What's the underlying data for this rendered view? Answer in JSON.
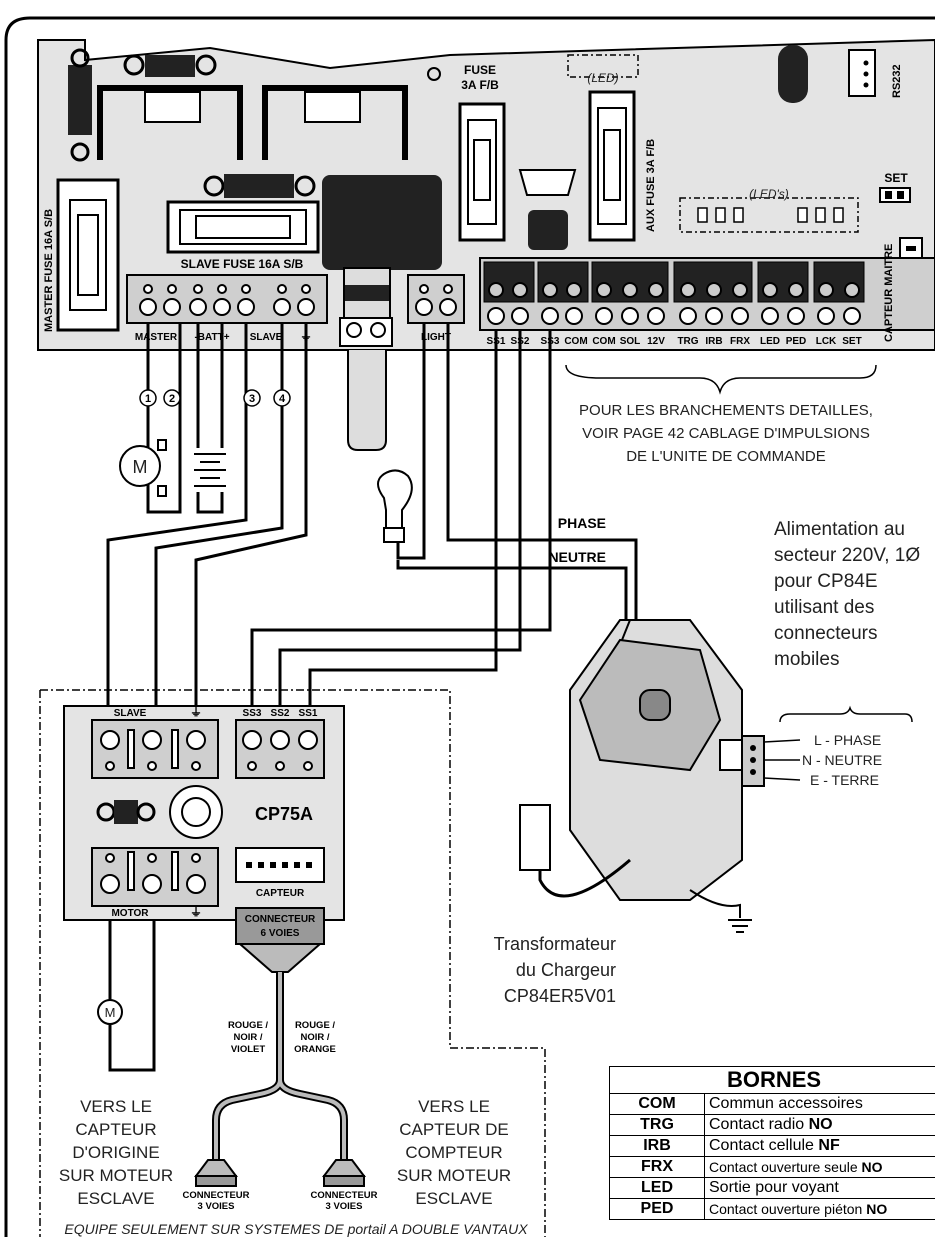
{
  "board": {
    "fuse_label_1": "FUSE",
    "fuse_label_2": "3A F/B",
    "led_label": "(LED)",
    "rs232_label": "RS232",
    "aux_fuse_label": "AUX FUSE 3A F/B",
    "set_label": "SET",
    "leds_label": "(LED's)",
    "capteur_maitre_label": "CAPTEUR MAITRE",
    "master_fuse_label": "MASTER FUSE 16A S/B",
    "slave_fuse_label": "SLAVE FUSE 16A S/B",
    "terminal_labels_left": [
      "MASTER",
      "-BATT+",
      "SLAVE",
      "⏚"
    ],
    "light_label": "LIGHT",
    "terminal_labels_right": [
      "SS1",
      "SS2",
      "SS3",
      "COM",
      "COM",
      "SOL",
      "12V",
      "TRG",
      "IRB",
      "FRX",
      "LED",
      "PED",
      "LCK",
      "SET"
    ],
    "wire_numbers": [
      "1",
      "2",
      "3",
      "4"
    ],
    "motor_symbol": "M"
  },
  "notes": {
    "detail_line_1": "POUR LES BRANCHEMENTS DETAILLES,",
    "detail_line_2": "VOIR PAGE 42  CABLAGE D'IMPULSIONS",
    "detail_line_3": "DE L'UNITE DE COMMANDE",
    "phase": "PHASE",
    "neutre": "NEUTRE",
    "mains_1": "Alimentation au",
    "mains_2": "secteur 220V, 1Ø",
    "mains_3": "pour CP84E",
    "mains_4": "utilisant des",
    "mains_5": "connecteurs",
    "mains_6": "mobiles",
    "l_phase": "L - PHASE",
    "n_neutre": "N - NEUTRE",
    "e_terre": "E - TERRE",
    "transfo_1": "Transformateur",
    "transfo_2": "du Chargeur",
    "transfo_3": "CP84ER5V01"
  },
  "cp75a": {
    "title": "CP75A",
    "slave": "SLAVE",
    "ground": "⏚",
    "ss3": "SS3",
    "ss2": "SS2",
    "ss1": "SS1",
    "motor": "MOTOR",
    "capteur": "CAPTEUR",
    "connecteur_1": "CONNECTEUR",
    "connecteur_2": "6 VOIES",
    "motor_symbol": "M",
    "wire_left_1": "ROUGE /",
    "wire_left_2": "NOIR /",
    "wire_left_3": "VIOLET",
    "wire_right_1": "ROUGE /",
    "wire_right_2": "NOIR /",
    "wire_right_3": "ORANGE",
    "conn3_1": "CONNECTEUR",
    "conn3_2": "3 VOIES",
    "left_1": "VERS LE",
    "left_2": "CAPTEUR",
    "left_3": "D'ORIGINE",
    "left_4": "SUR MOTEUR",
    "left_5": "ESCLAVE",
    "right_1": "VERS LE",
    "right_2": "CAPTEUR DE",
    "right_3": "COMPTEUR",
    "right_4": "SUR MOTEUR",
    "right_5": "ESCLAVE",
    "footer": "EQUIPE SEULEMENT SUR SYSTEMES DE portail A DOUBLE VANTAUX"
  },
  "bornes": {
    "title": "BORNES",
    "rows": [
      {
        "code": "COM",
        "desc": "Commun accessoires",
        "bold": ""
      },
      {
        "code": "TRG",
        "desc": "Contact radio ",
        "bold": "NO"
      },
      {
        "code": "IRB",
        "desc": "Contact cellule ",
        "bold": "NF"
      },
      {
        "code": "FRX",
        "desc": "Contact ouverture seule ",
        "bold": "NO"
      },
      {
        "code": "LED",
        "desc": "Sortie pour voyant",
        "bold": ""
      },
      {
        "code": "PED",
        "desc": "Contact ouverture piéton ",
        "bold": "NO"
      }
    ]
  }
}
